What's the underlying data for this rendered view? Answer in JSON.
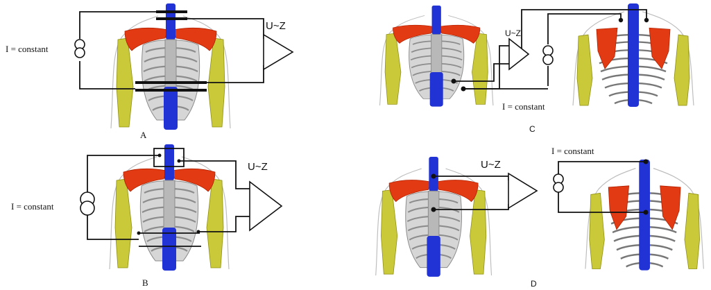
{
  "panels": [
    {
      "id": "A",
      "caption": "A",
      "current_label": "I = constant",
      "amp_label": "U~Z"
    },
    {
      "id": "B",
      "caption": "B",
      "current_label": "I = constant",
      "amp_label": "U~Z"
    },
    {
      "id": "C",
      "caption": "C",
      "current_label": "I = constant",
      "amp_label": "U~Z"
    },
    {
      "id": "D",
      "caption": "D",
      "current_label": "I = constant",
      "amp_label": "U~Z"
    }
  ],
  "colors": {
    "spine": "#2233d6",
    "scapula_clavicle": "#e23a12",
    "humerus": "#c9c93a",
    "ribs": "#d6d6d6",
    "wire": "#111111"
  }
}
